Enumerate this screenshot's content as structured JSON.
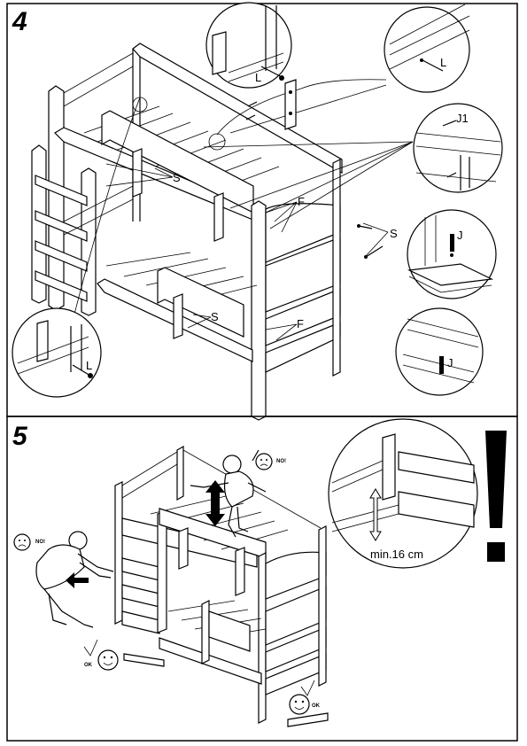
{
  "steps": [
    {
      "number": "4",
      "labels": {
        "l": "L",
        "j1": "J1",
        "j": "J",
        "s": "S",
        "f": "F"
      }
    },
    {
      "number": "5",
      "labels": {
        "no": "NO!",
        "ok": "OK",
        "clearance": "min.16 cm",
        "warning": "!"
      }
    }
  ]
}
